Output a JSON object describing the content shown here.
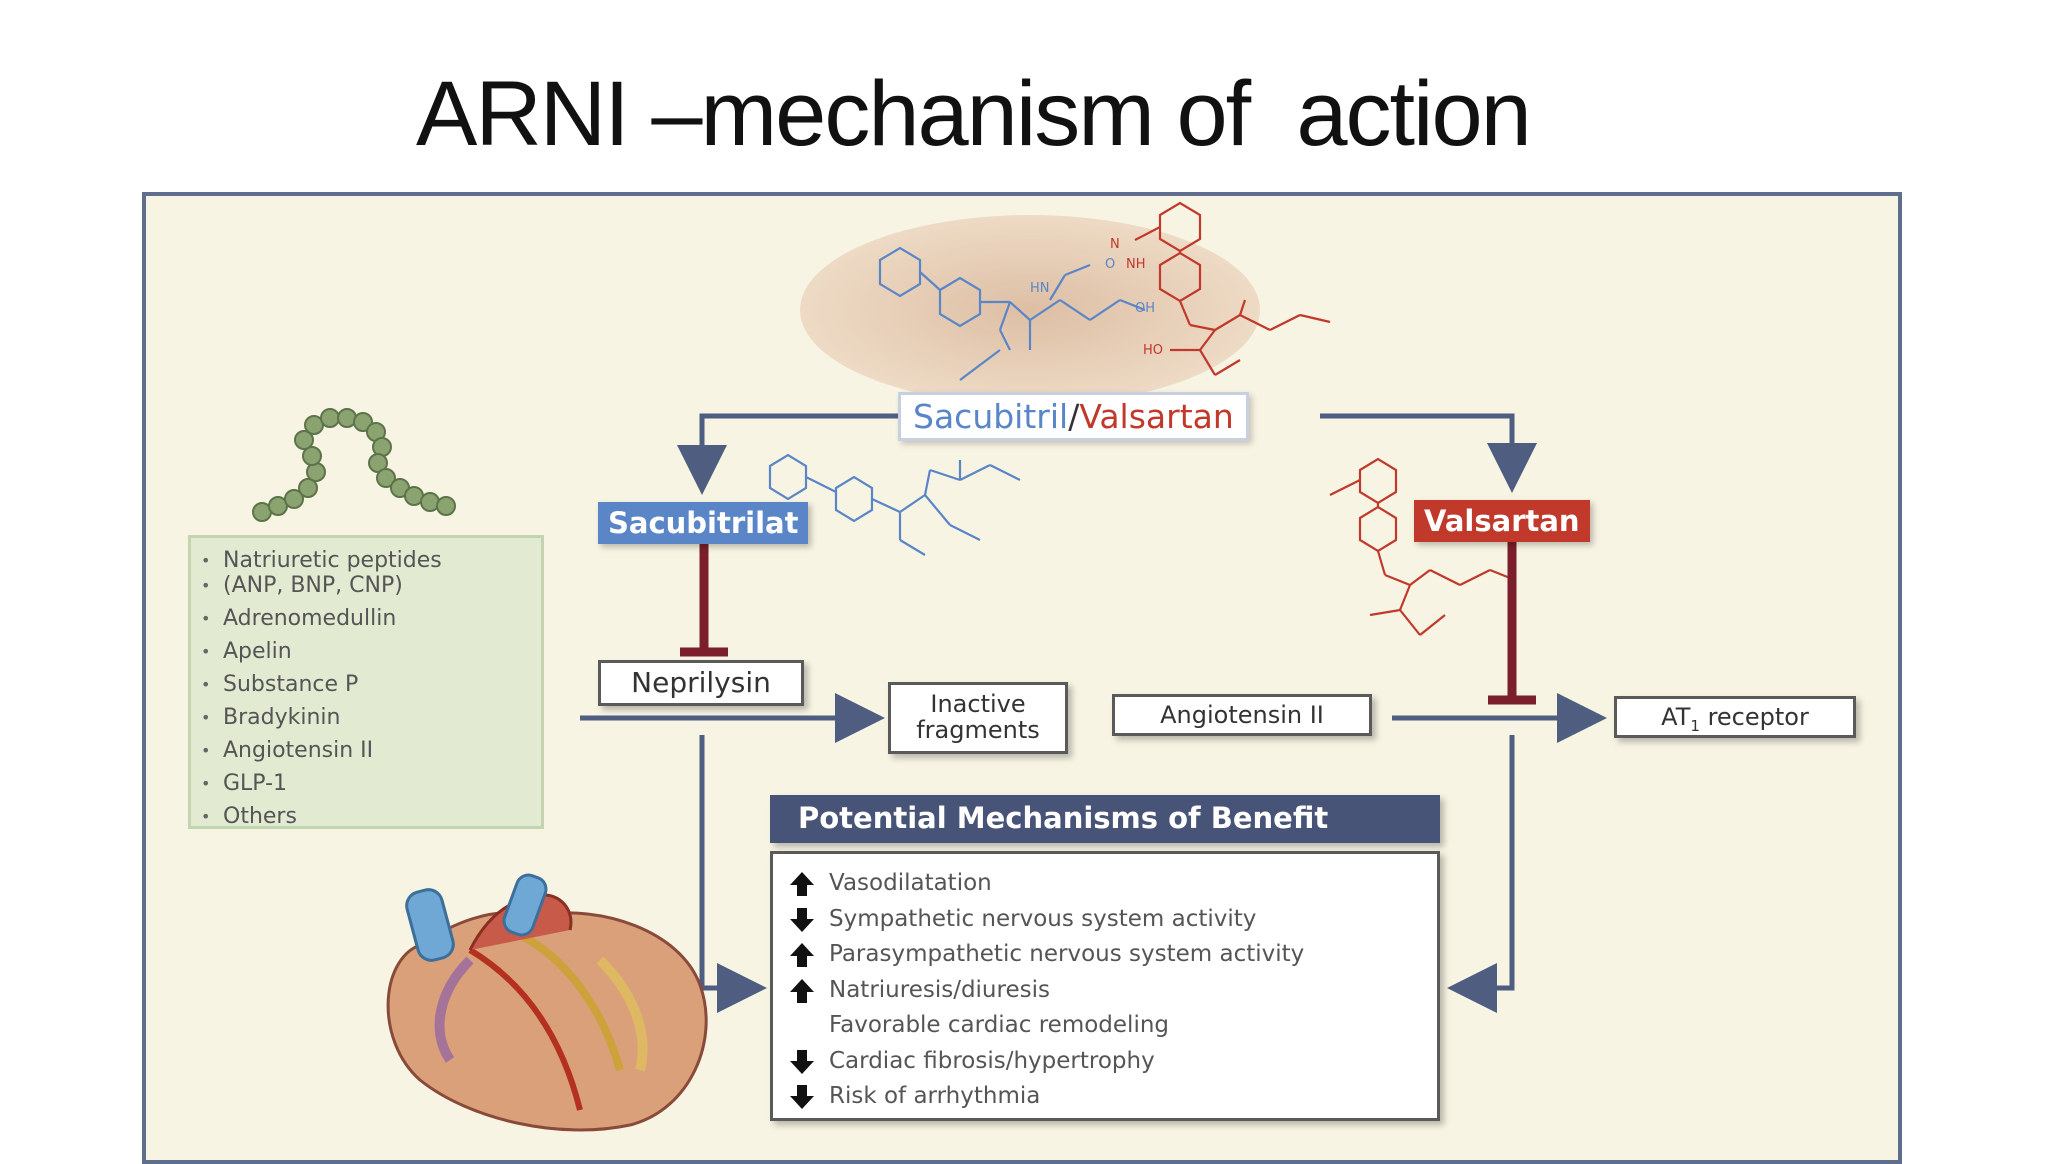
{
  "slide": {
    "title": "ARNI –mechanism of  action"
  },
  "diagram": {
    "drug_combo": {
      "part1": "Sacubitril",
      "separator": "/",
      "part2": "Valsartan"
    },
    "sacubitrilat_label": "Sacubitrilat",
    "valsartan_label": "Valsartan",
    "neprilysin_label": "Neprilysin",
    "inactive_fragments_line1": "Inactive",
    "inactive_fragments_line2": "fragments",
    "angiotensin_label": "Angiotensin II",
    "at1_prefix": "AT",
    "at1_sub": "1",
    "at1_suffix": " receptor",
    "peptides": [
      "Natriuretic peptides",
      "(ANP, BNP, CNP)",
      "Adrenomedullin",
      "Apelin",
      "Substance P",
      "Bradykinin",
      "Angiotensin II",
      "GLP-1",
      "Others"
    ],
    "benefits_title": "Potential Mechanisms of Benefit",
    "benefits": [
      {
        "text": "Vasodilatation",
        "arrow": "up"
      },
      {
        "text": "Sympathetic nervous system activity",
        "arrow": "down"
      },
      {
        "text": "Parasympathetic nervous system activity",
        "arrow": "up"
      },
      {
        "text": "Natriuresis/diuresis",
        "arrow": "up"
      },
      {
        "text": "Favorable cardiac remodeling",
        "arrow": "none"
      },
      {
        "text": "Cardiac fibrosis/hypertrophy",
        "arrow": "down"
      },
      {
        "text": "Risk of arrhythmia",
        "arrow": "down"
      }
    ],
    "colors": {
      "frame_border": "#5f6e8d",
      "background": "#f7f4e3",
      "sacubitril_blue": "#5a86c8",
      "valsartan_red": "#c0392b",
      "inhibit_red": "#7a1f2b",
      "arrow_slate": "#4e5d80",
      "benefit_header": "#475377",
      "peptide_box": "#e3ead2"
    },
    "molecule_small_labels": [
      "HN",
      "OH",
      "O",
      "N",
      "NH",
      "HO"
    ]
  }
}
